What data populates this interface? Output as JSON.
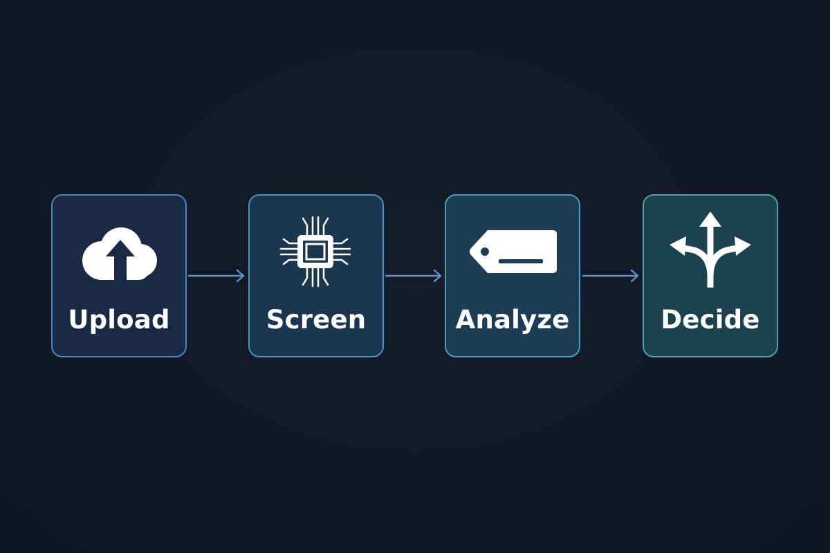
{
  "flow": {
    "steps": [
      {
        "label": "Upload",
        "icon": "cloud-upload-icon"
      },
      {
        "label": "Screen",
        "icon": "chip-icon"
      },
      {
        "label": "Analyze",
        "icon": "tag-icon"
      },
      {
        "label": "Decide",
        "icon": "split-arrows-icon"
      }
    ]
  },
  "colors": {
    "background": "#111827",
    "border_upload": "#4a87c4",
    "border_decide": "#4aa6a8",
    "arrow": "#5b95c8",
    "icon": "#ffffff",
    "text": "#ffffff"
  }
}
